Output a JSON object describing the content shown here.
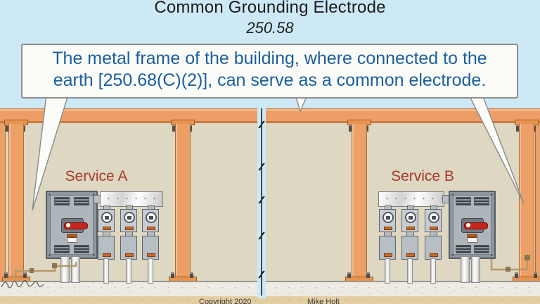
{
  "slide": {
    "title": "Common Grounding Electrode",
    "section": "250.58"
  },
  "callout": {
    "text_line1": "The metal frame of the building, where connected to the",
    "text_line2": "earth [250.68(C)(2)], can serve as a common electrode."
  },
  "diagram": {
    "service_a_label": "Service A",
    "service_b_label": "Service B"
  },
  "footer": {
    "copyright": "Copyright 2020",
    "credit": "Mike Holt"
  },
  "colors": {
    "background_sky": "#cde9f6",
    "steel_frame_orange": "#ec9e66",
    "wall_tan": "#ded7c1",
    "slab_concrete": "#edebe3",
    "earth_dirt": "#e3cda3",
    "callout_text_blue": "#1b5f9e",
    "service_label_red": "#a63a2e",
    "disconnect_handle_red": "#c5251d",
    "equipment_gray": "#aeb6bc",
    "ground_wire_tan": "#b49a66"
  }
}
